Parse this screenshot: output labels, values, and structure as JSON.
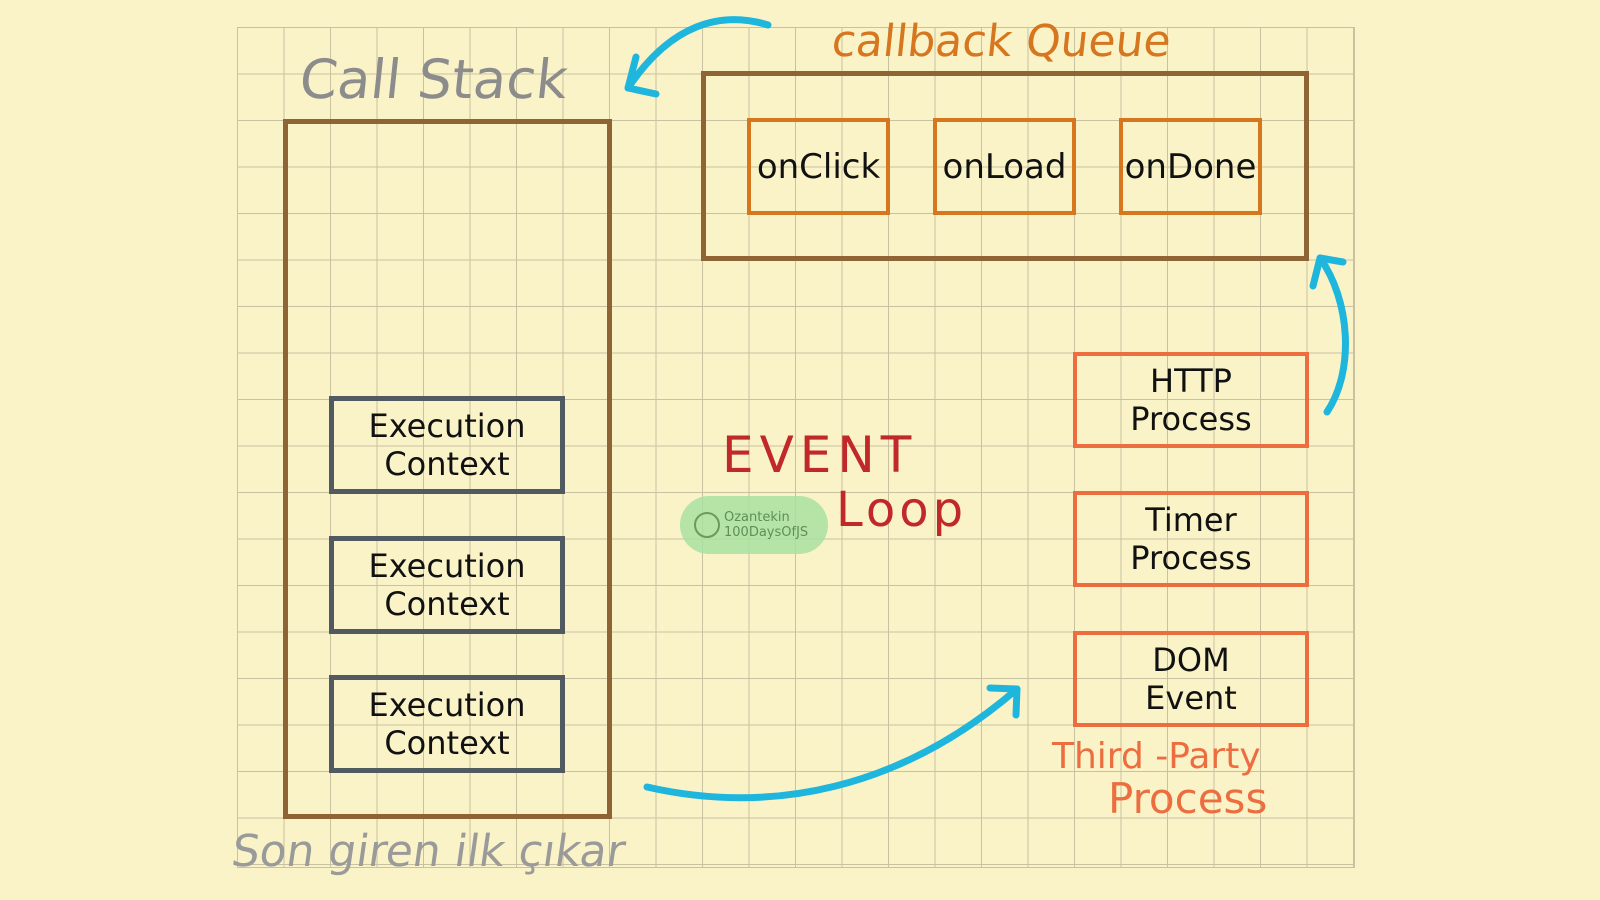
{
  "call_stack": {
    "title": "Call Stack",
    "frames": [
      {
        "line1": "Execution",
        "line2": "Context"
      },
      {
        "line1": "Execution",
        "line2": "Context"
      },
      {
        "line1": "Execution",
        "line2": "Context"
      }
    ],
    "caption": "Son giren ilk çıkar"
  },
  "callback_queue": {
    "title": "callback Queue",
    "items": [
      "onClick",
      "onLoad",
      "onDone"
    ]
  },
  "event_loop": {
    "line1": "EVENT",
    "line2": "Loop"
  },
  "third_party": {
    "processes": [
      {
        "line1": "HTTP",
        "line2": "Process"
      },
      {
        "line1": "Timer",
        "line2": "Process"
      },
      {
        "line1": "DOM",
        "line2": "Event"
      }
    ],
    "caption_line1": "Third -Party",
    "caption_line2": "Process"
  },
  "watermark": {
    "line1": "Ozantekin",
    "line2": "100DaysOfJS"
  },
  "colors": {
    "arrow": "#1fb6de",
    "stack_border": "#8f6435",
    "queue_item": "#d6761e",
    "process_border": "#ec6e40",
    "event_loop": "#c0282a",
    "frame_border": "#505a60"
  }
}
